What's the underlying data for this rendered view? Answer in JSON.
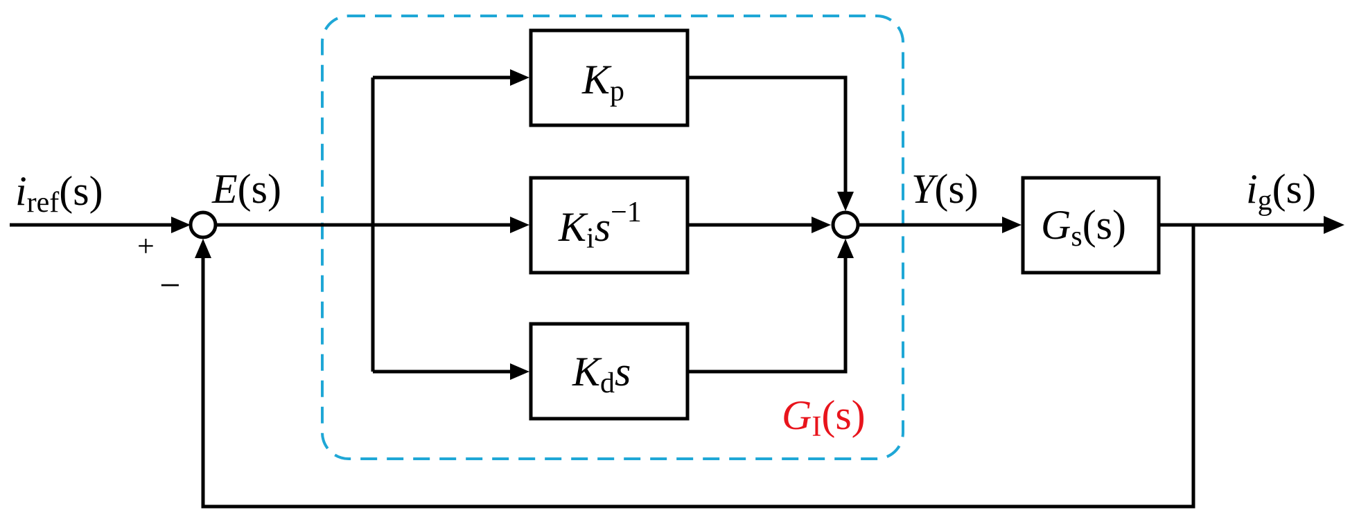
{
  "signals": {
    "input": {
      "main": "i",
      "sub": "ref",
      "arg": "(s)"
    },
    "error": {
      "main": "E",
      "arg": "(s)"
    },
    "control": {
      "main": "Y",
      "arg": "(s)"
    },
    "output": {
      "main": "i",
      "sub": "g",
      "arg": "(s)"
    }
  },
  "signs": {
    "plus": "+",
    "minus": "−"
  },
  "blocks": {
    "proportional": {
      "main": "K",
      "sub": "p"
    },
    "integral": {
      "main": "K",
      "sub": "i",
      "var": "s",
      "exp": "−1"
    },
    "derivative": {
      "main": "K",
      "sub": "d",
      "var": "s"
    },
    "plant": {
      "main": "G",
      "sub": "s",
      "arg": "(s)"
    }
  },
  "controller_group": {
    "main": "G",
    "sub": "I",
    "arg": "(s)",
    "color": "#e8141c",
    "border_color": "#1fa7d6"
  }
}
